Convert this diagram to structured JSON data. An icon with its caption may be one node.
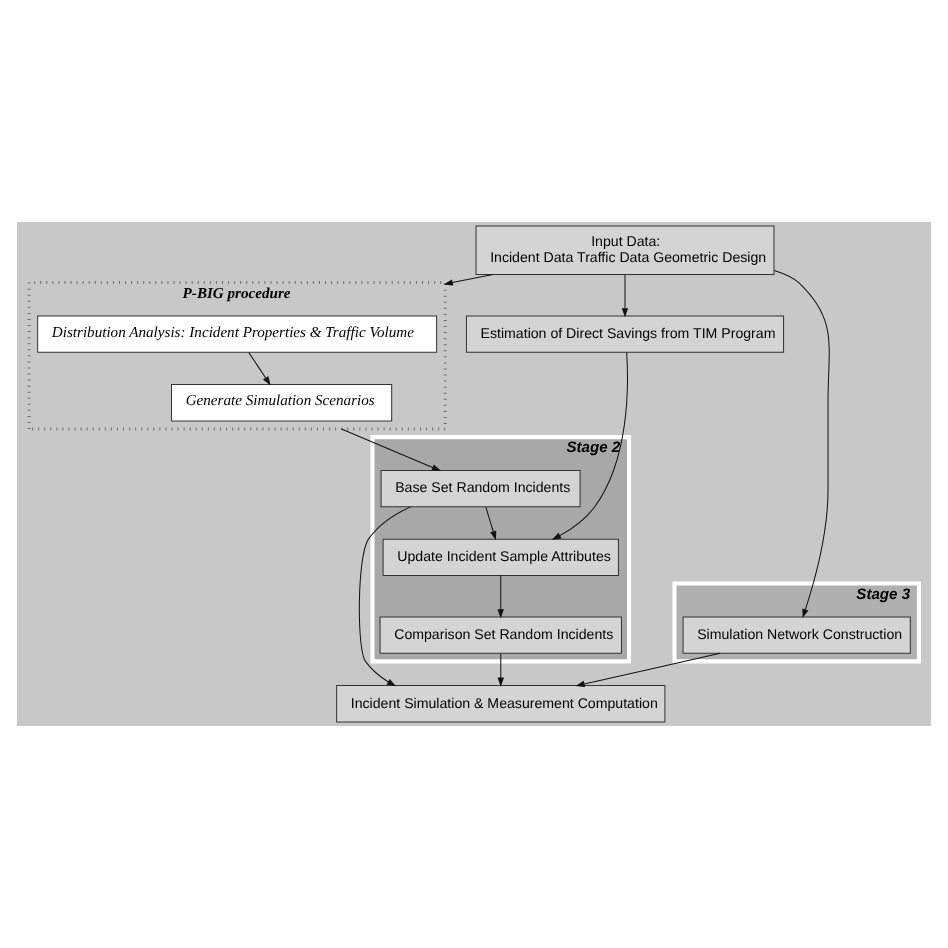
{
  "diagram": {
    "nodes": [
      {
        "text": [
          "Input Data:",
          "Incident Data Traffic Data Geometric Design"
        ]
      },
      {
        "text": [
          "P-BIG procedure"
        ]
      },
      {
        "text": [
          "Distribution Analysis: Incident Properties & Traffic Volume"
        ],
        "in": 1
      },
      {
        "text": [
          "Estimation of Direct Savings from TIM Program"
        ]
      },
      {
        "text": [
          "Stage 3"
        ]
      },
      {
        "text": [
          "Simulation Network Construction"
        ],
        "in": 4
      },
      {
        "text": [
          "Stage 2"
        ]
      },
      {
        "text": [
          "Generate Simulation Scenarios"
        ],
        "in": 1
      },
      {
        "text": [
          "Update Incident Sample Attributes"
        ],
        "in": 6
      },
      {
        "text": [
          "Base Set Random Incidents"
        ],
        "in": 6
      },
      {
        "text": [
          "Comparison Set Random Incidents"
        ],
        "in": 6
      },
      {
        "text": [
          "Incident Simulation & Measurement Computation"
        ]
      }
    ],
    "edges": [
      {
        "from": 0,
        "to": 1,
        "arrow": "to"
      },
      {
        "from": 0,
        "to": 3,
        "arrow": "to"
      },
      {
        "from": 0,
        "to": 5,
        "arrow": "to"
      },
      {
        "from": 2,
        "to": 7,
        "arrow": "to"
      },
      {
        "from": 3,
        "to": 8,
        "arrow": "to"
      },
      {
        "from": 1,
        "to": 9,
        "arrow": "to"
      },
      {
        "from": 9,
        "to": 8,
        "arrow": "to"
      },
      {
        "from": 8,
        "to": 10,
        "arrow": "to"
      },
      {
        "from": 9,
        "to": 11,
        "arrow": "to"
      },
      {
        "from": 10,
        "to": 11,
        "arrow": "to"
      },
      {
        "from": 5,
        "to": 11,
        "arrow": "to"
      }
    ]
  }
}
